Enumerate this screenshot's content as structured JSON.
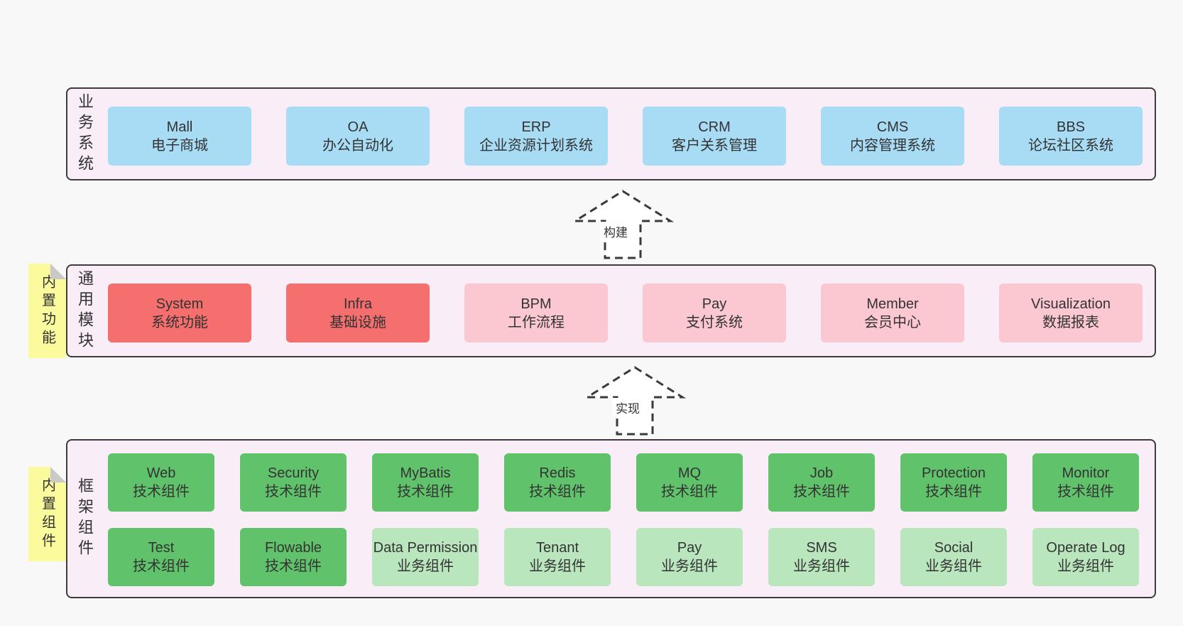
{
  "colors": {
    "page_bg": "#f8f8f8",
    "panel_bg": "#f9eef8",
    "panel_border": "#3c3c3c",
    "blue_box": "#a8dcf5",
    "red_box": "#f46f6e",
    "pink_box": "#fbc8d2",
    "green_dark_box": "#60c36b",
    "green_light_box": "#bae6be",
    "note_yellow": "#fbfa9d",
    "note_fold_gray": "#c9c9c9",
    "text": "#333333"
  },
  "business_row": {
    "label": "业务系统",
    "boxes": [
      {
        "title": "Mall",
        "subtitle": "电子商城",
        "variant": "blue"
      },
      {
        "title": "OA",
        "subtitle": "办公自动化",
        "variant": "blue"
      },
      {
        "title": "ERP",
        "subtitle": "企业资源计划系统",
        "variant": "blue"
      },
      {
        "title": "CRM",
        "subtitle": "客户关系管理",
        "variant": "blue"
      },
      {
        "title": "CMS",
        "subtitle": "内容管理系统",
        "variant": "blue"
      },
      {
        "title": "BBS",
        "subtitle": "论坛社区系统",
        "variant": "blue"
      }
    ]
  },
  "arrow_build": {
    "label": "构建"
  },
  "module_row": {
    "label": "通用模块",
    "note": "内置功能",
    "boxes": [
      {
        "title": "System",
        "subtitle": "系统功能",
        "variant": "red"
      },
      {
        "title": "Infra",
        "subtitle": "基础设施",
        "variant": "red"
      },
      {
        "title": "BPM",
        "subtitle": "工作流程",
        "variant": "pink"
      },
      {
        "title": "Pay",
        "subtitle": "支付系统",
        "variant": "pink"
      },
      {
        "title": "Member",
        "subtitle": "会员中心",
        "variant": "pink"
      },
      {
        "title": "Visualization",
        "subtitle": "数据报表",
        "variant": "pink"
      }
    ]
  },
  "arrow_implement": {
    "label": "实现"
  },
  "component_row": {
    "label": "框架组件",
    "note": "内置组件",
    "row1": [
      {
        "title": "Web",
        "subtitle": "技术组件",
        "variant": "green_dark"
      },
      {
        "title": "Security",
        "subtitle": "技术组件",
        "variant": "green_dark"
      },
      {
        "title": "MyBatis",
        "subtitle": "技术组件",
        "variant": "green_dark"
      },
      {
        "title": "Redis",
        "subtitle": "技术组件",
        "variant": "green_dark"
      },
      {
        "title": "MQ",
        "subtitle": "技术组件",
        "variant": "green_dark"
      },
      {
        "title": "Job",
        "subtitle": "技术组件",
        "variant": "green_dark"
      },
      {
        "title": "Protection",
        "subtitle": "技术组件",
        "variant": "green_dark"
      },
      {
        "title": "Monitor",
        "subtitle": "技术组件",
        "variant": "green_dark"
      }
    ],
    "row2": [
      {
        "title": "Test",
        "subtitle": "技术组件",
        "variant": "green_dark"
      },
      {
        "title": "Flowable",
        "subtitle": "技术组件",
        "variant": "green_dark"
      },
      {
        "title": "Data Permission",
        "subtitle": "业务组件",
        "variant": "green_light"
      },
      {
        "title": "Tenant",
        "subtitle": "业务组件",
        "variant": "green_light"
      },
      {
        "title": "Pay",
        "subtitle": "业务组件",
        "variant": "green_light"
      },
      {
        "title": "SMS",
        "subtitle": "业务组件",
        "variant": "green_light"
      },
      {
        "title": "Social",
        "subtitle": "业务组件",
        "variant": "green_light"
      },
      {
        "title": "Operate Log",
        "subtitle": "业务组件",
        "variant": "green_light"
      }
    ]
  }
}
